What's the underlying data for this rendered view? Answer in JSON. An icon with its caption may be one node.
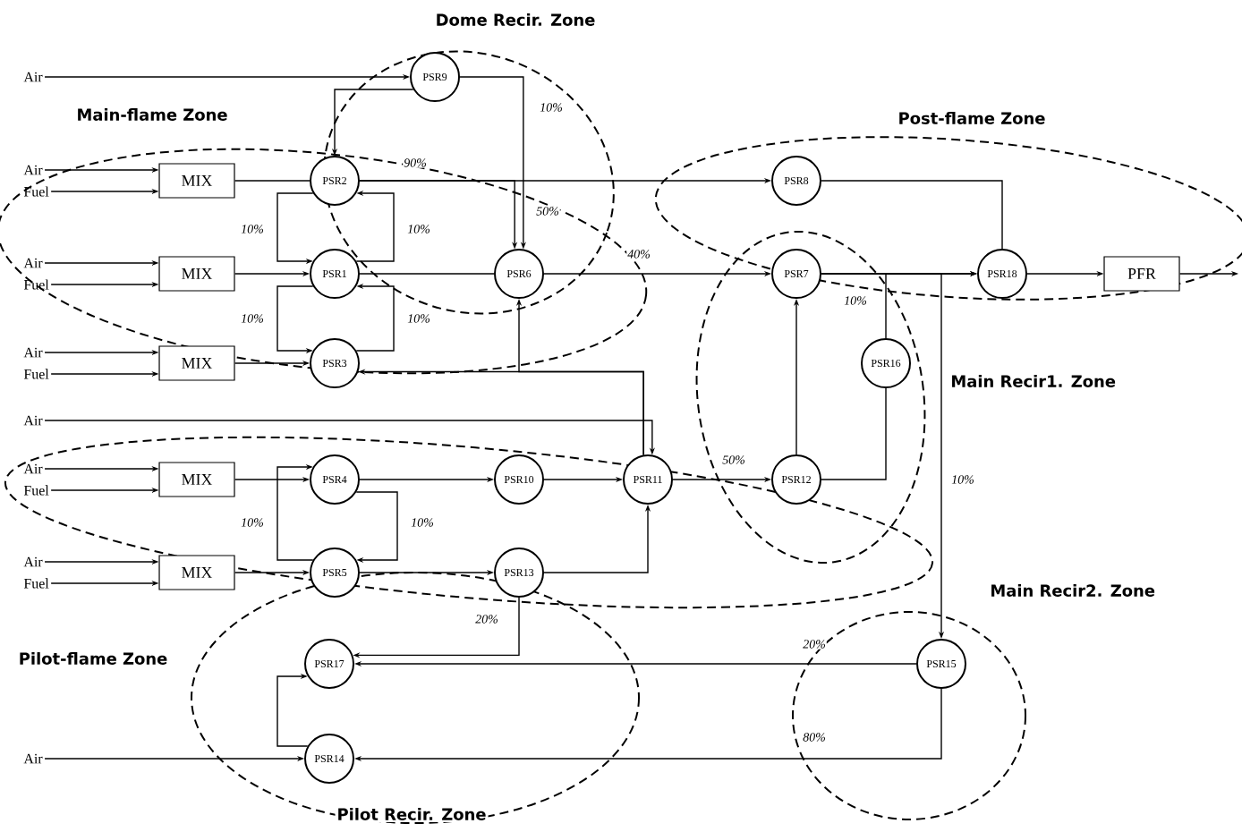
{
  "diagram": {
    "nodes": [
      {
        "text": [
          "Air"
        ]
      },
      {
        "text": [
          "PSR9"
        ]
      },
      {
        "text": [
          "Air"
        ]
      },
      {
        "text": [
          "Fuel"
        ]
      },
      {
        "text": [
          "MIX"
        ]
      },
      {
        "text": [
          "PSR2"
        ]
      },
      {
        "text": [
          "PSR8"
        ]
      },
      {
        "text": [
          "Air"
        ]
      },
      {
        "text": [
          "Fuel"
        ]
      },
      {
        "text": [
          "MIX"
        ]
      },
      {
        "text": [
          "PSR1"
        ]
      },
      {
        "text": [
          "PSR6"
        ]
      },
      {
        "text": [
          "PSR7"
        ]
      },
      {
        "text": [
          "PSR18"
        ]
      },
      {
        "text": [
          "PFR"
        ]
      },
      {
        "text": [
          "Air"
        ]
      },
      {
        "text": [
          "Fuel"
        ]
      },
      {
        "text": [
          "MIX"
        ]
      },
      {
        "text": [
          "PSR3"
        ]
      },
      {
        "text": [
          "PSR16"
        ]
      },
      {
        "text": [
          "Air"
        ]
      },
      {
        "text": [
          "Air"
        ]
      },
      {
        "text": [
          "Fuel"
        ]
      },
      {
        "text": [
          "MIX"
        ]
      },
      {
        "text": [
          "PSR4"
        ]
      },
      {
        "text": [
          "PSR10"
        ]
      },
      {
        "text": [
          "PSR11"
        ]
      },
      {
        "text": [
          "PSR12"
        ]
      },
      {
        "text": [
          "Air"
        ]
      },
      {
        "text": [
          "Fuel"
        ]
      },
      {
        "text": [
          "MIX"
        ]
      },
      {
        "text": [
          "PSR5"
        ]
      },
      {
        "text": [
          "PSR13"
        ]
      },
      {
        "text": [
          "PSR17"
        ]
      },
      {
        "text": [
          "PSR15"
        ]
      },
      {
        "text": [
          "Air"
        ]
      },
      {
        "text": [
          "PSR14"
        ]
      }
    ],
    "edges": [
      {
        "from": 0,
        "to": 1,
        "arrow": "to"
      },
      {
        "from": 2,
        "to": 4,
        "arrow": "to"
      },
      {
        "from": 3,
        "to": 4,
        "arrow": "to"
      },
      {
        "from": 7,
        "to": 9,
        "arrow": "to"
      },
      {
        "from": 8,
        "to": 9,
        "arrow": "to"
      },
      {
        "from": 15,
        "to": 17,
        "arrow": "to"
      },
      {
        "from": 16,
        "to": 17,
        "arrow": "to"
      },
      {
        "from": 21,
        "to": 23,
        "arrow": "to"
      },
      {
        "from": 22,
        "to": 23,
        "arrow": "to"
      },
      {
        "from": 28,
        "to": 30,
        "arrow": "to"
      },
      {
        "from": 29,
        "to": 30,
        "arrow": "to"
      },
      {
        "from": 4,
        "to": 5,
        "arrow": "none"
      },
      {
        "from": 9,
        "to": 10,
        "arrow": "to"
      },
      {
        "from": 17,
        "to": 18,
        "arrow": "to"
      },
      {
        "from": 23,
        "to": 24,
        "arrow": "to"
      },
      {
        "from": 30,
        "to": 31,
        "arrow": "to"
      },
      {
        "from": 1,
        "to": 5,
        "arrow": "to"
      },
      {
        "from": 1,
        "to": 11,
        "arrow": "to",
        "label": "10%"
      },
      {
        "from": 5,
        "to": 6,
        "arrow": "to",
        "label": "90%"
      },
      {
        "from": 5,
        "to": 11,
        "arrow": "to",
        "label": "50%"
      },
      {
        "from": 5,
        "to": 10,
        "arrow": "to",
        "label": "10%"
      },
      {
        "from": 10,
        "to": 5,
        "arrow": "to",
        "label": "10%"
      },
      {
        "from": 10,
        "to": 18,
        "arrow": "to",
        "label": "10%"
      },
      {
        "from": 18,
        "to": 10,
        "arrow": "to",
        "label": "10%"
      },
      {
        "from": 10,
        "to": 11,
        "arrow": "none"
      },
      {
        "from": 11,
        "to": 12,
        "arrow": "to",
        "label": "40%"
      },
      {
        "from": 12,
        "to": 13,
        "arrow": "to"
      },
      {
        "from": 6,
        "to": 13,
        "arrow": "none"
      },
      {
        "from": 13,
        "to": 14,
        "arrow": "to"
      },
      {
        "from": 14,
        "to": null,
        "arrow": "to"
      },
      {
        "from": 26,
        "to": 18,
        "arrow": "to"
      },
      {
        "from": 26,
        "to": 11,
        "arrow": "to"
      },
      {
        "from": 20,
        "to": 26,
        "arrow": "to"
      },
      {
        "from": 24,
        "to": 25,
        "arrow": "to"
      },
      {
        "from": 25,
        "to": 26,
        "arrow": "to"
      },
      {
        "from": 26,
        "to": 27,
        "arrow": "to",
        "label": "50%"
      },
      {
        "from": 27,
        "to": 12,
        "arrow": "to"
      },
      {
        "from": 27,
        "to": 19,
        "arrow": "none"
      },
      {
        "from": 19,
        "to": 13,
        "arrow": "to",
        "label": "10%"
      },
      {
        "from": 12,
        "to": 34,
        "arrow": "to",
        "label": "10%"
      },
      {
        "from": 24,
        "to": 31,
        "arrow": "to",
        "label": "10%"
      },
      {
        "from": 31,
        "to": 24,
        "arrow": "to",
        "label": "10%"
      },
      {
        "from": 31,
        "to": 32,
        "arrow": "to"
      },
      {
        "from": 32,
        "to": 26,
        "arrow": "to"
      },
      {
        "from": 32,
        "to": 33,
        "arrow": "to",
        "label": "20%"
      },
      {
        "from": 34,
        "to": 33,
        "arrow": "to",
        "label": "20%"
      },
      {
        "from": 34,
        "to": 36,
        "arrow": "to",
        "label": "80%"
      },
      {
        "from": 35,
        "to": 36,
        "arrow": "to"
      },
      {
        "from": 36,
        "to": 33,
        "arrow": "to"
      }
    ],
    "labels": [
      "Dome Recir. Zone",
      "Main-flame Zone",
      "Post-flame Zone",
      "Main Recir1. Zone",
      "Pilot-flame Zone",
      "Main Recir2. Zone",
      "Pilot Recir. Zone"
    ]
  }
}
